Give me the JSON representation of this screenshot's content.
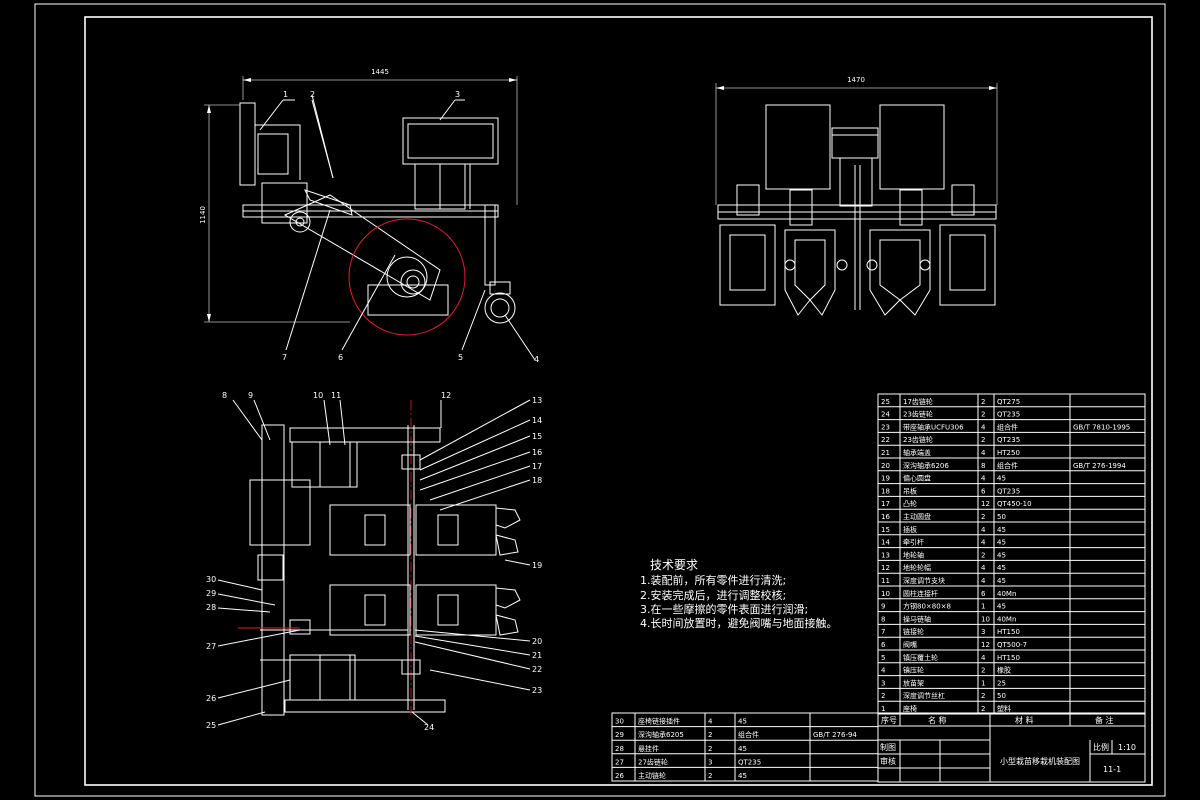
{
  "dimensions": {
    "side_width": "1445",
    "side_height": "1140",
    "front_width": "1470"
  },
  "callouts": {
    "side_top": [
      "1",
      "2",
      "3"
    ],
    "side_bottom": [
      "7",
      "6",
      "5",
      "4"
    ],
    "plan_top": [
      "8",
      "9",
      "10",
      "11",
      "12"
    ],
    "plan_right": [
      "13",
      "14",
      "15",
      "16",
      "17",
      "18",
      "19",
      "20",
      "21",
      "22",
      "23",
      "24"
    ],
    "plan_left": [
      "30",
      "29",
      "28",
      "27",
      "26",
      "25"
    ]
  },
  "requirements": {
    "heading": "技术要求",
    "items": [
      "1.装配前，所有零件进行清洗;",
      "2.安装完成后，进行调整校核;",
      "3.在一些摩擦的零件表面进行润滑;",
      "4.长时间放置时，避免阀嘴与地面接触。"
    ]
  },
  "bom_right": [
    {
      "no": "25",
      "name": "17齿链轮",
      "qty": "2",
      "mat": "QT275",
      "note": ""
    },
    {
      "no": "24",
      "name": "23齿链轮",
      "qty": "2",
      "mat": "QT235",
      "note": ""
    },
    {
      "no": "23",
      "name": "带座轴承UCFU306",
      "qty": "4",
      "mat": "组合件",
      "note": "GB/T 7810-1995"
    },
    {
      "no": "22",
      "name": "23齿链轮",
      "qty": "2",
      "mat": "QT235",
      "note": ""
    },
    {
      "no": "21",
      "name": "轴承端盖",
      "qty": "4",
      "mat": "HT250",
      "note": ""
    },
    {
      "no": "20",
      "name": "深沟轴承6206",
      "qty": "8",
      "mat": "组合件",
      "note": "GB/T 276-1994"
    },
    {
      "no": "19",
      "name": "偏心圆盘",
      "qty": "4",
      "mat": "45",
      "note": ""
    },
    {
      "no": "18",
      "name": "吊板",
      "qty": "6",
      "mat": "QT235",
      "note": ""
    },
    {
      "no": "17",
      "name": "凸轮",
      "qty": "12",
      "mat": "QT450-10",
      "note": ""
    },
    {
      "no": "16",
      "name": "主动圆盘",
      "qty": "2",
      "mat": "50",
      "note": ""
    },
    {
      "no": "15",
      "name": "插板",
      "qty": "4",
      "mat": "45",
      "note": ""
    },
    {
      "no": "14",
      "name": "牵引杆",
      "qty": "4",
      "mat": "45",
      "note": ""
    },
    {
      "no": "13",
      "name": "地轮轴",
      "qty": "2",
      "mat": "45",
      "note": ""
    },
    {
      "no": "12",
      "name": "地轮轮幅",
      "qty": "4",
      "mat": "45",
      "note": ""
    },
    {
      "no": "11",
      "name": "深度调节支块",
      "qty": "4",
      "mat": "45",
      "note": ""
    },
    {
      "no": "10",
      "name": "圆柱连接杆",
      "qty": "6",
      "mat": "40Mn",
      "note": ""
    },
    {
      "no": "9",
      "name": "方钢80×80×8",
      "qty": "1",
      "mat": "45",
      "note": ""
    },
    {
      "no": "8",
      "name": "操马链轴",
      "qty": "10",
      "mat": "40Mn",
      "note": ""
    },
    {
      "no": "7",
      "name": "链接轮",
      "qty": "3",
      "mat": "HT150",
      "note": ""
    },
    {
      "no": "6",
      "name": "阀嘴",
      "qty": "12",
      "mat": "QT500-7",
      "note": ""
    },
    {
      "no": "5",
      "name": "镇压覆土轮",
      "qty": "4",
      "mat": "HT150",
      "note": ""
    },
    {
      "no": "4",
      "name": "镇压轮",
      "qty": "2",
      "mat": "橡胶",
      "note": ""
    },
    {
      "no": "3",
      "name": "放苗架",
      "qty": "1",
      "mat": "25",
      "note": ""
    },
    {
      "no": "2",
      "name": "深度调节丝杠",
      "qty": "2",
      "mat": "50",
      "note": ""
    },
    {
      "no": "1",
      "name": "座椅",
      "qty": "2",
      "mat": "塑料",
      "note": ""
    }
  ],
  "bom_left": [
    {
      "no": "30",
      "name": "座椅链接插件",
      "qty": "4",
      "mat": "45",
      "note": ""
    },
    {
      "no": "29",
      "name": "深沟轴承6205",
      "qty": "2",
      "mat": "组合件",
      "note": "GB/T 276-94"
    },
    {
      "no": "28",
      "name": "悬挂件",
      "qty": "2",
      "mat": "45",
      "note": ""
    },
    {
      "no": "27",
      "name": "27齿链轮",
      "qty": "3",
      "mat": "QT235",
      "note": ""
    },
    {
      "no": "26",
      "name": "主动链轮",
      "qty": "2",
      "mat": "45",
      "note": ""
    }
  ],
  "title_block": {
    "header_no": "序号",
    "header_name": "名  称",
    "header_mat": "材  料",
    "header_note": "备  注",
    "design": "制图",
    "review": "审核",
    "title": "小型栽苗移栽机装配图",
    "scale_label": "比例",
    "scale_value": "1:10",
    "drawing_no": "11-1"
  }
}
